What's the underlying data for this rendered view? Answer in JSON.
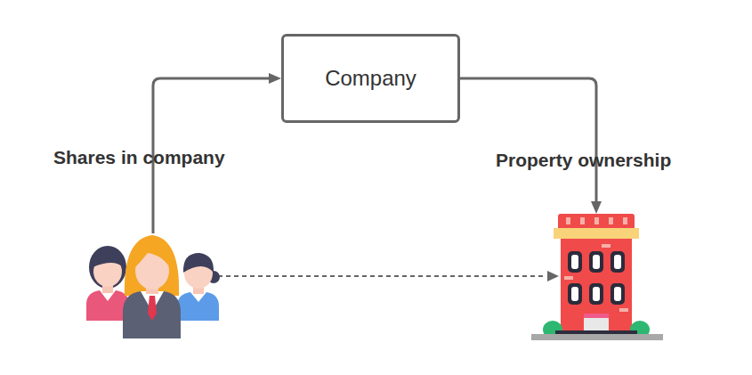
{
  "diagram": {
    "nodes": [
      {
        "text": [
          "Company"
        ]
      }
    ],
    "labels": [
      "Shares in company",
      "Property ownership"
    ]
  }
}
